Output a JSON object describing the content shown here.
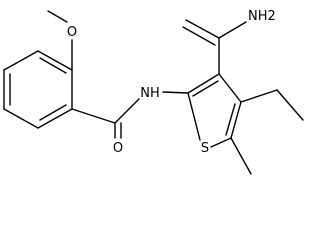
{
  "molecule": {
    "atoms": {
      "methoxy_oxygen": "O",
      "amide_nh": "NH",
      "carbonyl_oxygen": "O",
      "amide_nh2": "NH2",
      "thiophene_sulfur": "S"
    }
  }
}
